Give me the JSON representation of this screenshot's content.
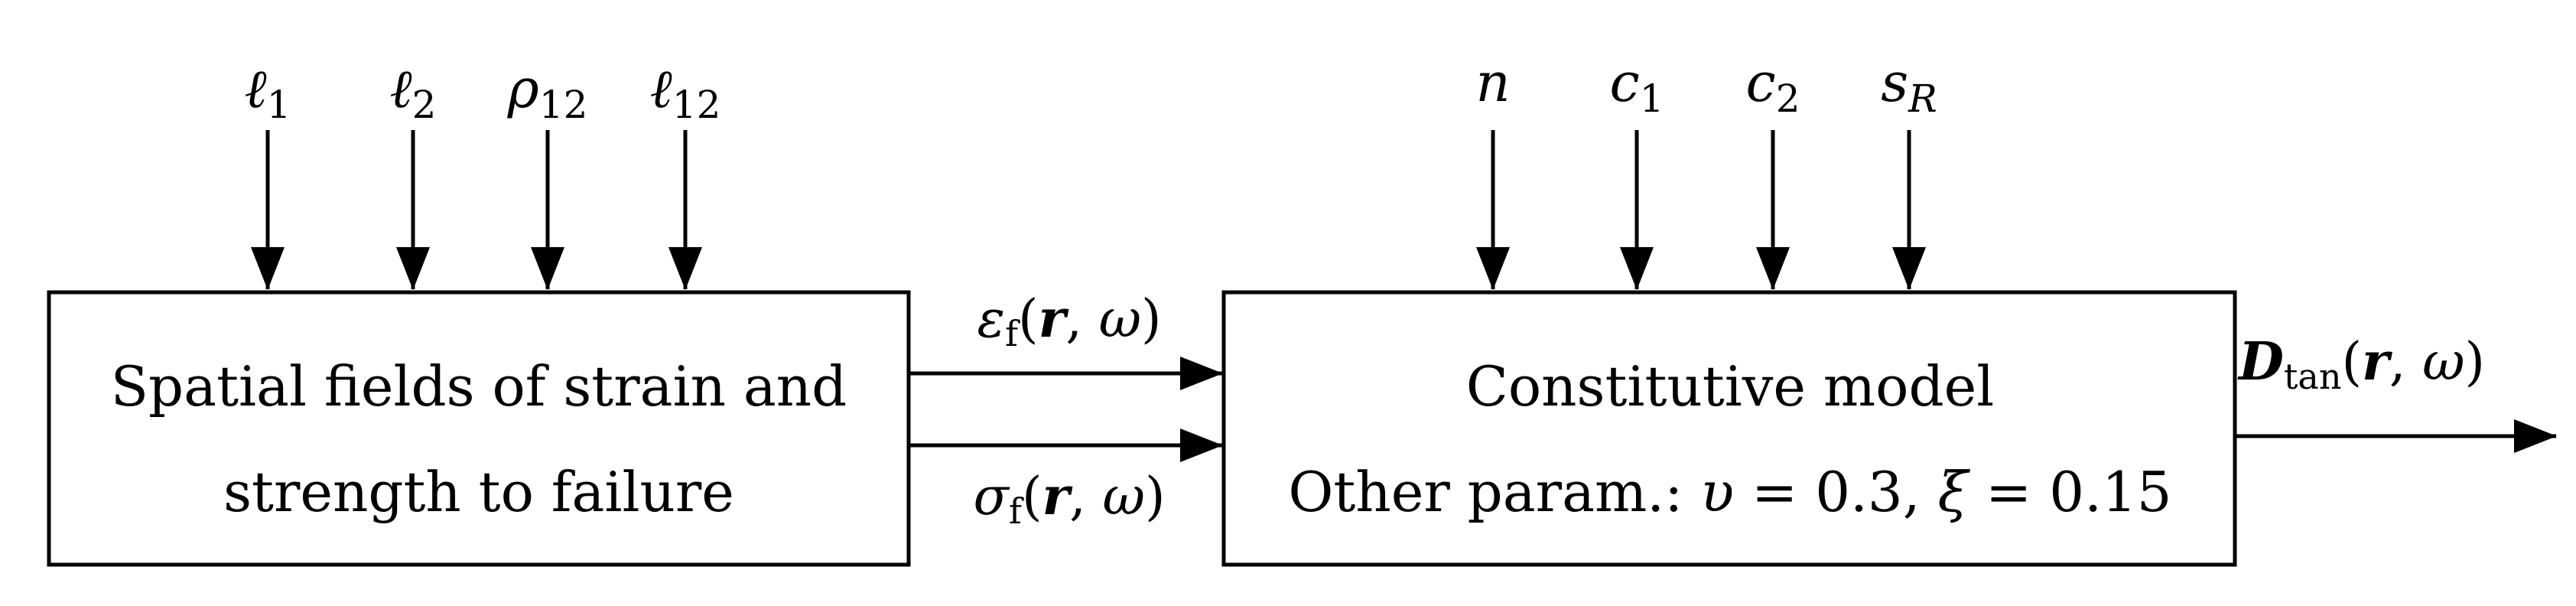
{
  "left_block": {
    "line1": "Spatial fields of strain and",
    "line2": "strength to failure",
    "inputs": [
      {
        "base": "ℓ",
        "sub": "1"
      },
      {
        "base": "ℓ",
        "sub": "2"
      },
      {
        "base": "ρ",
        "sub": "12"
      },
      {
        "base": "ℓ",
        "sub": "12"
      }
    ]
  },
  "right_block": {
    "line1": "Constitutive model",
    "line2": {
      "prefix": "Other param.:",
      "nu_symbol": "υ",
      "nu_eq": "= 0.3,",
      "xi_symbol": "ξ",
      "xi_eq": "= 0.15"
    },
    "inputs": [
      {
        "base": "n",
        "sub": ""
      },
      {
        "base": "c",
        "sub": "1"
      },
      {
        "base": "c",
        "sub": "2"
      },
      {
        "base": "s",
        "sub": "R"
      }
    ]
  },
  "connections": {
    "strain": {
      "symbol": "ε",
      "sub": "f",
      "open": "(",
      "r": "r",
      "sep": ", ",
      "omega": "ω",
      "close": ")"
    },
    "strength": {
      "symbol": "σ",
      "sub": "f",
      "open": "(",
      "r": "r",
      "sep": ", ",
      "omega": "ω",
      "close": ")"
    }
  },
  "output": {
    "symbol": "D",
    "sub": "tan",
    "open": "(",
    "r": "r",
    "sep": ", ",
    "omega": "ω",
    "close": ")"
  }
}
